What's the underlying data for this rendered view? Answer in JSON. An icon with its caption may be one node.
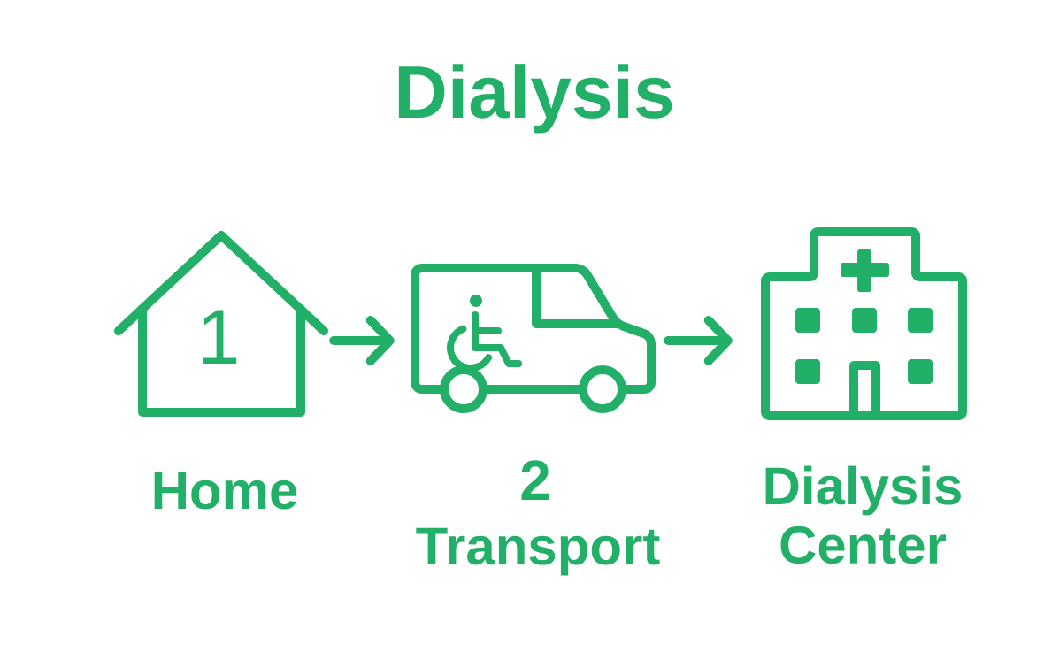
{
  "diagram": {
    "title": "Dialysis",
    "nodes": [
      {
        "text": [
          "1"
        ],
        "beside": [
          "Home"
        ]
      },
      {
        "text": [],
        "shape": "picture",
        "beside": [
          "2",
          "Transport"
        ]
      },
      {
        "text": [],
        "shape": "picture",
        "beside": [
          "Dialysis Center"
        ]
      }
    ],
    "edges": [
      {
        "from": 0,
        "to": 1,
        "arrow": "to"
      },
      {
        "from": 1,
        "to": 2,
        "arrow": "to"
      }
    ]
  }
}
